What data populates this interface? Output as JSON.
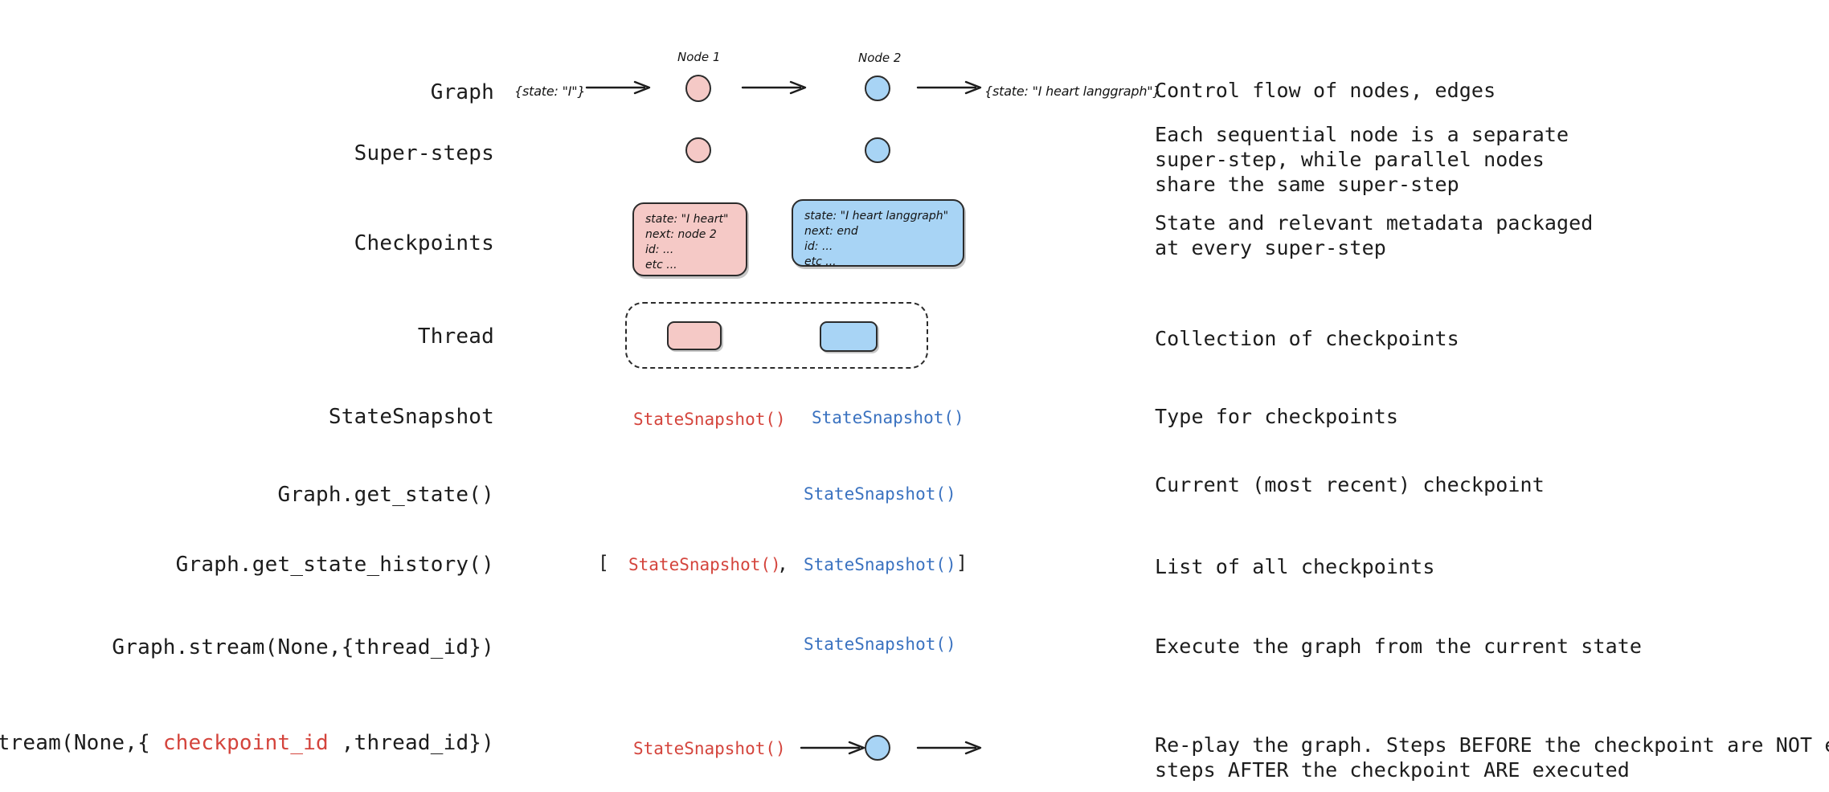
{
  "palette": {
    "pink_fill": "#f5c9c6",
    "blue_fill": "#a8d4f5",
    "stroke": "#2b2b2b",
    "text": "#1c1c1c",
    "accent_red": "#d4443c",
    "accent_blue": "#3a72c0",
    "background": "#ffffff"
  },
  "rows": {
    "graph": {
      "label": "Graph",
      "description": "Control flow of nodes, edges",
      "input_state": "{state: \"I\"}",
      "output_state": "{state: \"I heart langgraph\"}",
      "node1_caption": "Node 1",
      "node2_caption": "Node 2"
    },
    "super_steps": {
      "label": "Super-steps",
      "description": "Each sequential node is a separate\nsuper-step, while parallel nodes\nshare the same super-step"
    },
    "checkpoints": {
      "label": "Checkpoints",
      "description": "State and relevant metadata packaged\nat every super-step",
      "checkpoint1": {
        "state": "state: \"I heart\"",
        "next": "next: node 2",
        "id": "id: ...",
        "etc": "etc ..."
      },
      "checkpoint2": {
        "state": "state: \"I heart langgraph\"",
        "next": "next: end",
        "id": "id: ...",
        "etc": "etc ..."
      }
    },
    "thread": {
      "label": "Thread",
      "description": "Collection of checkpoints"
    },
    "state_snapshot": {
      "label": "StateSnapshot",
      "description": "Type for checkpoints",
      "token_red": "StateSnapshot()",
      "token_blue": "StateSnapshot()"
    },
    "get_state": {
      "label": "Graph.get_state()",
      "description": "Current (most recent) checkpoint",
      "token_blue": "StateSnapshot()"
    },
    "get_state_history": {
      "label": "Graph.get_state_history()",
      "description": "List of all checkpoints",
      "open_bracket": "[",
      "token_red": "StateSnapshot()",
      "comma": ",",
      "token_blue": "StateSnapshot()",
      "close_bracket": "]"
    },
    "stream_thread": {
      "label": "Graph.stream(None,{thread_id})",
      "description": "Execute the graph from the current state",
      "token_blue": "StateSnapshot()"
    },
    "stream_checkpoint": {
      "label_part1": "Graph.stream(None,{ ",
      "label_accent": "checkpoint_id",
      "label_part2": " ,thread_id})",
      "description": "Re-play the graph. Steps BEFORE the checkpoint are NOT executed,\nsteps AFTER the checkpoint ARE executed",
      "token_red": "StateSnapshot()"
    }
  }
}
